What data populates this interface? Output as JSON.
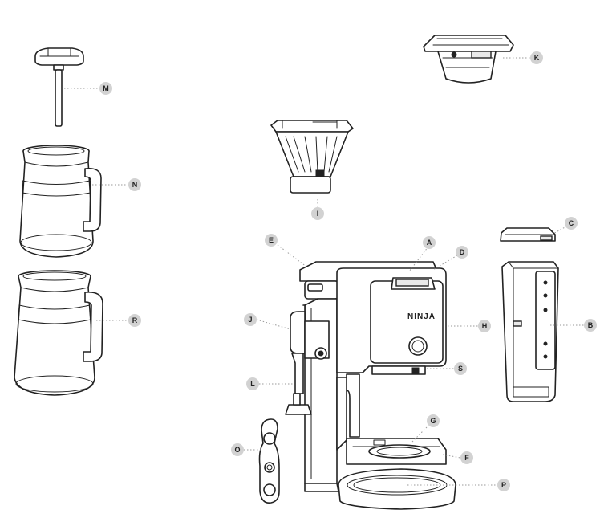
{
  "brand": "NINJA",
  "labels": {
    "A": "A",
    "B": "B",
    "C": "C",
    "D": "D",
    "E": "E",
    "F": "F",
    "G": "G",
    "H": "H",
    "I": "I",
    "J": "J",
    "K": "K",
    "L": "L",
    "M": "M",
    "N": "N",
    "O": "O",
    "P": "P",
    "R": "R",
    "S": "S"
  }
}
